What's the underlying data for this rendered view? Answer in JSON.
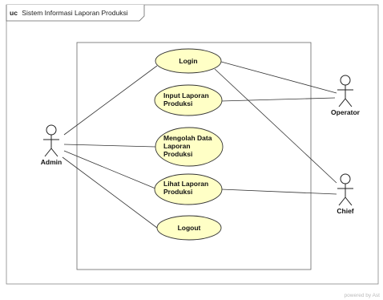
{
  "frame": {
    "keyword": "uc",
    "title": "Sistem Informasi Laporan Produksi"
  },
  "actors": {
    "admin": "Admin",
    "operator": "Operator",
    "chief": "Chief"
  },
  "use_cases": {
    "login": [
      "Login"
    ],
    "input_laporan": [
      "Input Laporan",
      "Produksi"
    ],
    "mengolah_data": [
      "Mengolah Data",
      "Laporan",
      "Produksi"
    ],
    "lihat_laporan": [
      "Lihat Laporan",
      "Produksi"
    ],
    "logout": [
      "Logout"
    ]
  },
  "watermark": "powered by Ast",
  "colors": {
    "usecase_fill": "#ffffc6",
    "line": "#333333",
    "frame": "#888888"
  }
}
